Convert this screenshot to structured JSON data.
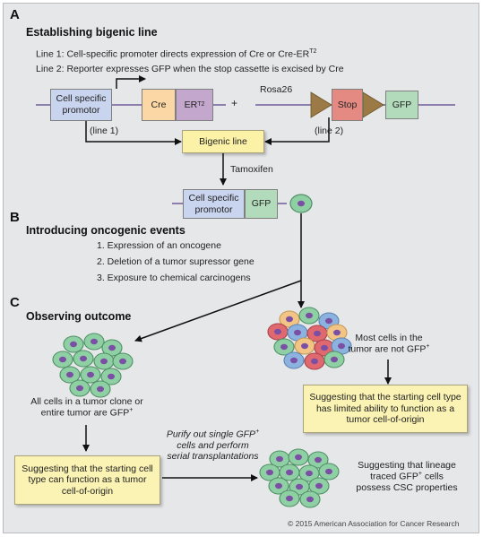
{
  "sections": {
    "a": {
      "letter": "A",
      "title": "Establishing bigenic line",
      "line1": "Line 1: Cell-specific promoter directs expression of Cre or Cre-ER",
      "line1_sup": "T2",
      "line2": "Line 2: Reporter expresses GFP when the stop cassette is excised by Cre"
    },
    "b": {
      "letter": "B",
      "title": "Introducing oncogenic events",
      "events": [
        "1. Expression of an oncogene",
        "2. Deletion of a tumor supressor gene",
        "3. Exposure to chemical carcinogens"
      ]
    },
    "c": {
      "letter": "C",
      "title": "Observing outcome"
    }
  },
  "constructs": {
    "line1_promoter": "Cell specific promotor",
    "cre": "Cre",
    "er": "ER",
    "er_sup": "T2",
    "plus": "+",
    "rosa": "Rosa26",
    "stop": "Stop",
    "gfp": "GFP",
    "line1_label": "(line 1)",
    "line2_label": "(line 2)",
    "bigenic": "Bigenic line",
    "tamoxifen": "Tamoxifen",
    "result_promoter": "Cell specific promotor",
    "result_gfp": "GFP"
  },
  "outcomes": {
    "left_note": "All cells in a tumor clone or entire tumor are GFP",
    "left_note_sup": "+",
    "left_box": "Suggesting that the starting cell type can function as a tumor cell-of-origin",
    "right_note": "Most cells in the tumor are not GFP",
    "right_note_sup": "+",
    "right_box": "Suggesting that the starting cell type has limited ability to function as a tumor cell-of-origin",
    "purify_a": "Purify out single GFP",
    "purify_sup": "+",
    "purify_b": " cells and perform serial transplantations",
    "lineage_a": "Suggesting that lineage traced GFP",
    "lineage_sup": "+",
    "lineage_b": " cells possess CSC properties"
  },
  "colors": {
    "panel": "#e6e7e9",
    "promoter": "#c9d4ee",
    "cre": "#fbd7a6",
    "er": "#c3a7cc",
    "stop": "#e58a83",
    "gfp": "#b2dbbb",
    "bigenic": "#fbf1a7",
    "cell_green": "#8fcfa4",
    "cell_red": "#e06970",
    "cell_blue": "#8cb2df",
    "cell_orange": "#f2c486",
    "nucleus": "#7b4fa3"
  },
  "copyright": "© 2015 American Association for Cancer Research"
}
